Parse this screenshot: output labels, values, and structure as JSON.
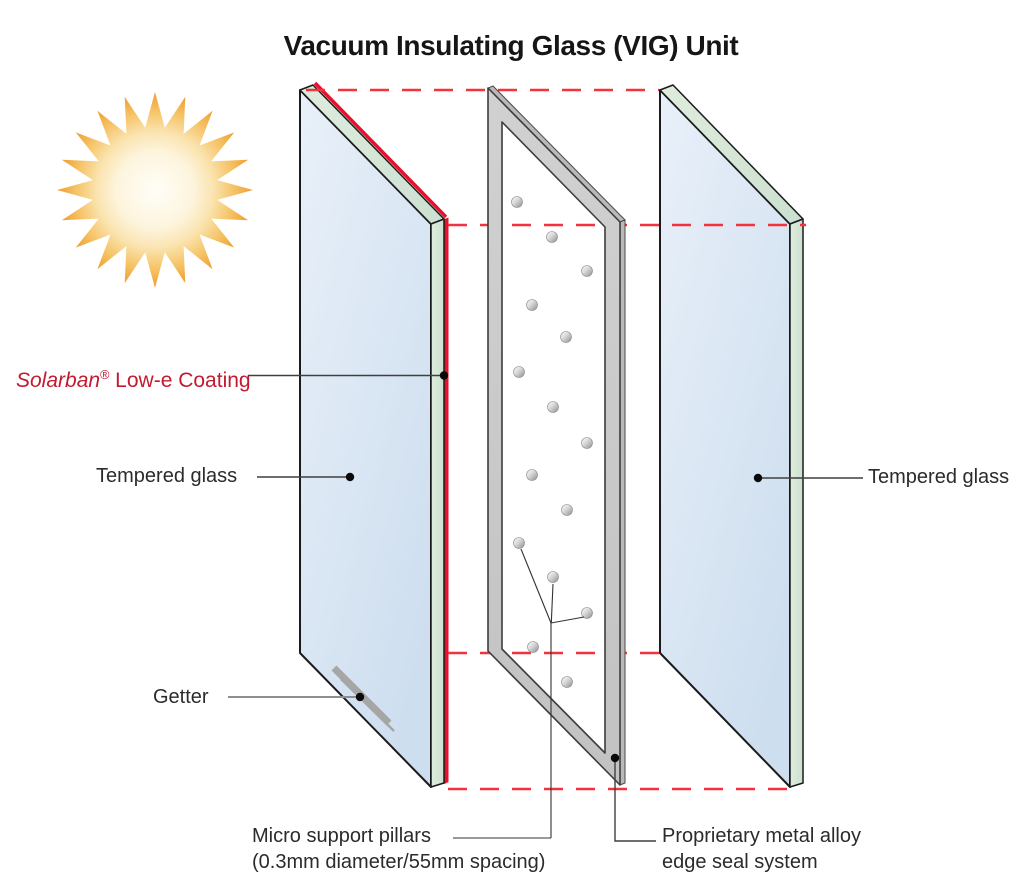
{
  "title": "Vacuum Insulating Glass (VIG) Unit",
  "labels": {
    "coating_brand": "Solarban",
    "coating_reg": "®",
    "coating_rest": " Low-e Coating",
    "tempered_left": "Tempered glass",
    "tempered_right": "Tempered glass",
    "getter": "Getter",
    "pillars_line1": "Micro support pillars",
    "pillars_line2": "(0.3mm diameter/55mm spacing)",
    "seal_line1": "Proprietary metal alloy",
    "seal_line2": "edge seal system"
  },
  "icons": {
    "sun": "sun-icon"
  },
  "colors": {
    "coating_red": "#e8112d",
    "coating_label_red": "#c41a30",
    "dashed_line_red": "#f2333e",
    "glass_face_blue": "#d9e5f3",
    "glass_edge_green": "#d5e6d8",
    "seal_frame_gray": "#c7c7c7",
    "sun_orange": "#f09d2e",
    "text_dark": "#2b2b2b"
  },
  "diagram": {
    "pillar_count": 15,
    "pane_count": 3
  }
}
